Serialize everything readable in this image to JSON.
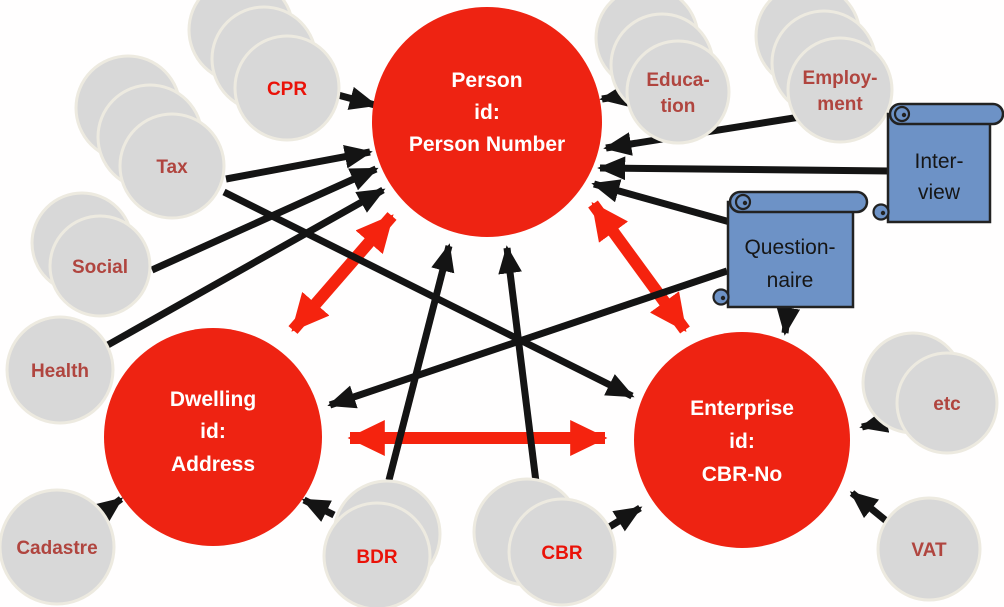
{
  "figure": {
    "description": "Register-based statistics linkage diagram: three id hubs linked to administrative registers and survey documents"
  },
  "colors": {
    "hub_red": "#ee2312",
    "link_red": "#f5230e",
    "register_gray": "#d8d8d8",
    "register_outline": "#edeae0",
    "label_maroon": "#b0453f",
    "label_bright_red": "#ea1208",
    "scroll_blue": "#6d92c6",
    "scroll_border": "#222222",
    "arrow_black": "#141414",
    "hub_text": "#ffffff"
  },
  "nodes": [
    {
      "id": "person",
      "lines": [
        "Person",
        "id:",
        "Person Number"
      ]
    },
    {
      "id": "dwelling",
      "lines": [
        "Dwelling",
        "id:",
        "Address"
      ]
    },
    {
      "id": "enterprise",
      "lines": [
        "Enterprise",
        "id:",
        "CBR-No"
      ]
    }
  ],
  "registers": [
    {
      "id": "cpr",
      "lines": [
        "CPR"
      ],
      "emphasis": true
    },
    {
      "id": "tax",
      "lines": [
        "Tax"
      ],
      "emphasis": false
    },
    {
      "id": "social",
      "lines": [
        "Social"
      ],
      "emphasis": false
    },
    {
      "id": "health",
      "lines": [
        "Health"
      ],
      "emphasis": false
    },
    {
      "id": "cadastre",
      "lines": [
        "Cadastre"
      ],
      "emphasis": false
    },
    {
      "id": "bdr",
      "lines": [
        "BDR"
      ],
      "emphasis": true
    },
    {
      "id": "cbr",
      "lines": [
        "CBR"
      ],
      "emphasis": true
    },
    {
      "id": "education",
      "lines": [
        "Educa-",
        "tion"
      ],
      "emphasis": false
    },
    {
      "id": "employment",
      "lines": [
        "Employ-",
        "ment"
      ],
      "emphasis": false
    },
    {
      "id": "etc",
      "lines": [
        "etc"
      ],
      "emphasis": false
    },
    {
      "id": "vat",
      "lines": [
        "VAT"
      ],
      "emphasis": false
    }
  ],
  "documents": [
    {
      "id": "interview",
      "lines": [
        "Inter-",
        "view"
      ]
    },
    {
      "id": "questionnaire",
      "lines": [
        "Question-",
        "naire"
      ]
    }
  ]
}
